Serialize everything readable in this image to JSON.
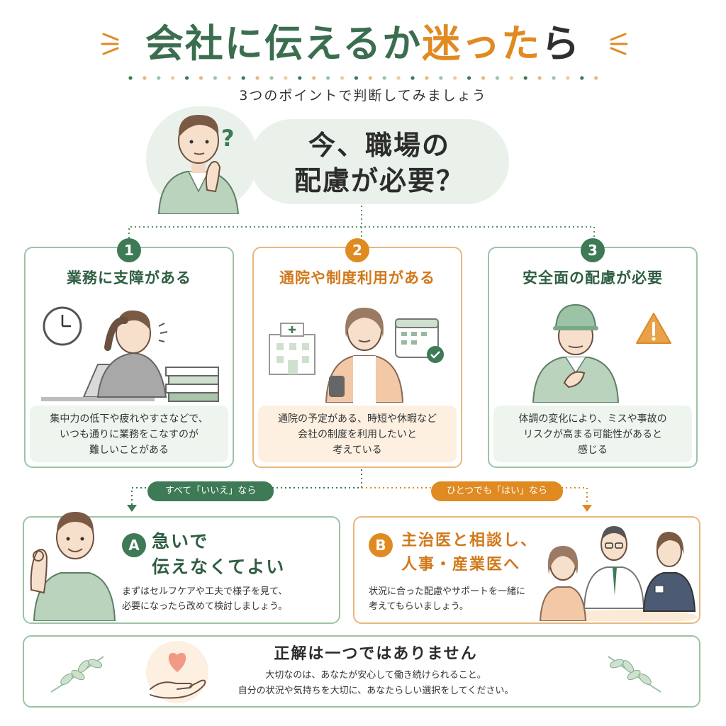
{
  "header": {
    "title_part1": "会社に伝えるか",
    "title_part2": "迷った",
    "title_part3": "ら",
    "subtitle": "3つのポイントで判断してみましょう"
  },
  "question": {
    "line1": "今、職場の",
    "line2": "配慮が必要？",
    "mark": "?"
  },
  "points": [
    {
      "number": "1",
      "title": "業務に支障がある",
      "description": "集中力の低下や疲れやすさなどで、\nいつも通りに業務をこなすのが\n難しいことがある"
    },
    {
      "number": "2",
      "title": "通院や制度利用がある",
      "description": "通院の予定がある、時短や休暇など\n会社の制度を利用したいと\n考えている"
    },
    {
      "number": "3",
      "title": "安全面の配慮が必要",
      "description": "体調の変化により、ミスや事故の\nリスクが高まる可能性があると\n感じる"
    }
  ],
  "branches": {
    "no": "すべて「いいえ」なら",
    "yes": "ひとつでも「はい」なら"
  },
  "outcomes": {
    "a": {
      "letter": "A",
      "title": "急いで\n伝えなくてよい",
      "text": "まずはセルフケアや工夫で様子を見て、\n必要になったら改めて検討しましょう。"
    },
    "b": {
      "letter": "B",
      "title": "主治医と相談し、\n人事・産業医へ",
      "text": "状況に合った配慮やサポートを一緒に\n考えてもらいましょう。"
    }
  },
  "footer": {
    "title": "正解は一つではありません",
    "text": "大切なのは、あなたが安心して働き続けられること。\n自分の状況や気持ちを大切に、あなたらしい選択をしてください。"
  },
  "colors": {
    "green": "#3d7a55",
    "orange": "#e08a22",
    "light_green": "#e9f1ea",
    "light_orange": "#fdf0e1"
  }
}
